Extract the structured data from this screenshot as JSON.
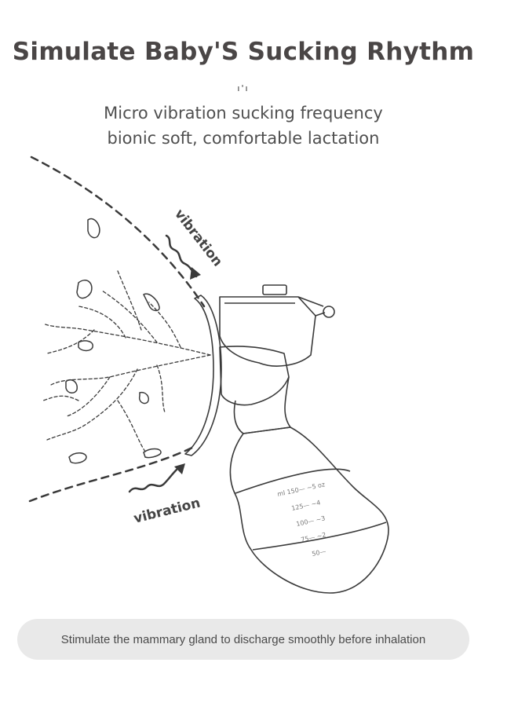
{
  "header": {
    "title": "Simulate Baby'S Sucking Rhythm",
    "decoration": "ı'ı",
    "subtitle_line1": "Micro vibration sucking frequency",
    "subtitle_line2": "bionic soft, comfortable lactation"
  },
  "illustration": {
    "vibration_label_top": "vibration",
    "vibration_label_bottom": "vibration",
    "bottle_scale": {
      "top_marks": "ml 150— ~5 oz",
      "marks": [
        "125— ~4",
        "100— ~3",
        "75— ~2",
        "50—"
      ]
    },
    "line_color": "#3a3a3a"
  },
  "footer": {
    "caption": "Stimulate the mammary gland to discharge smoothly before inhalation",
    "bar_color": "#e9e9e9"
  }
}
